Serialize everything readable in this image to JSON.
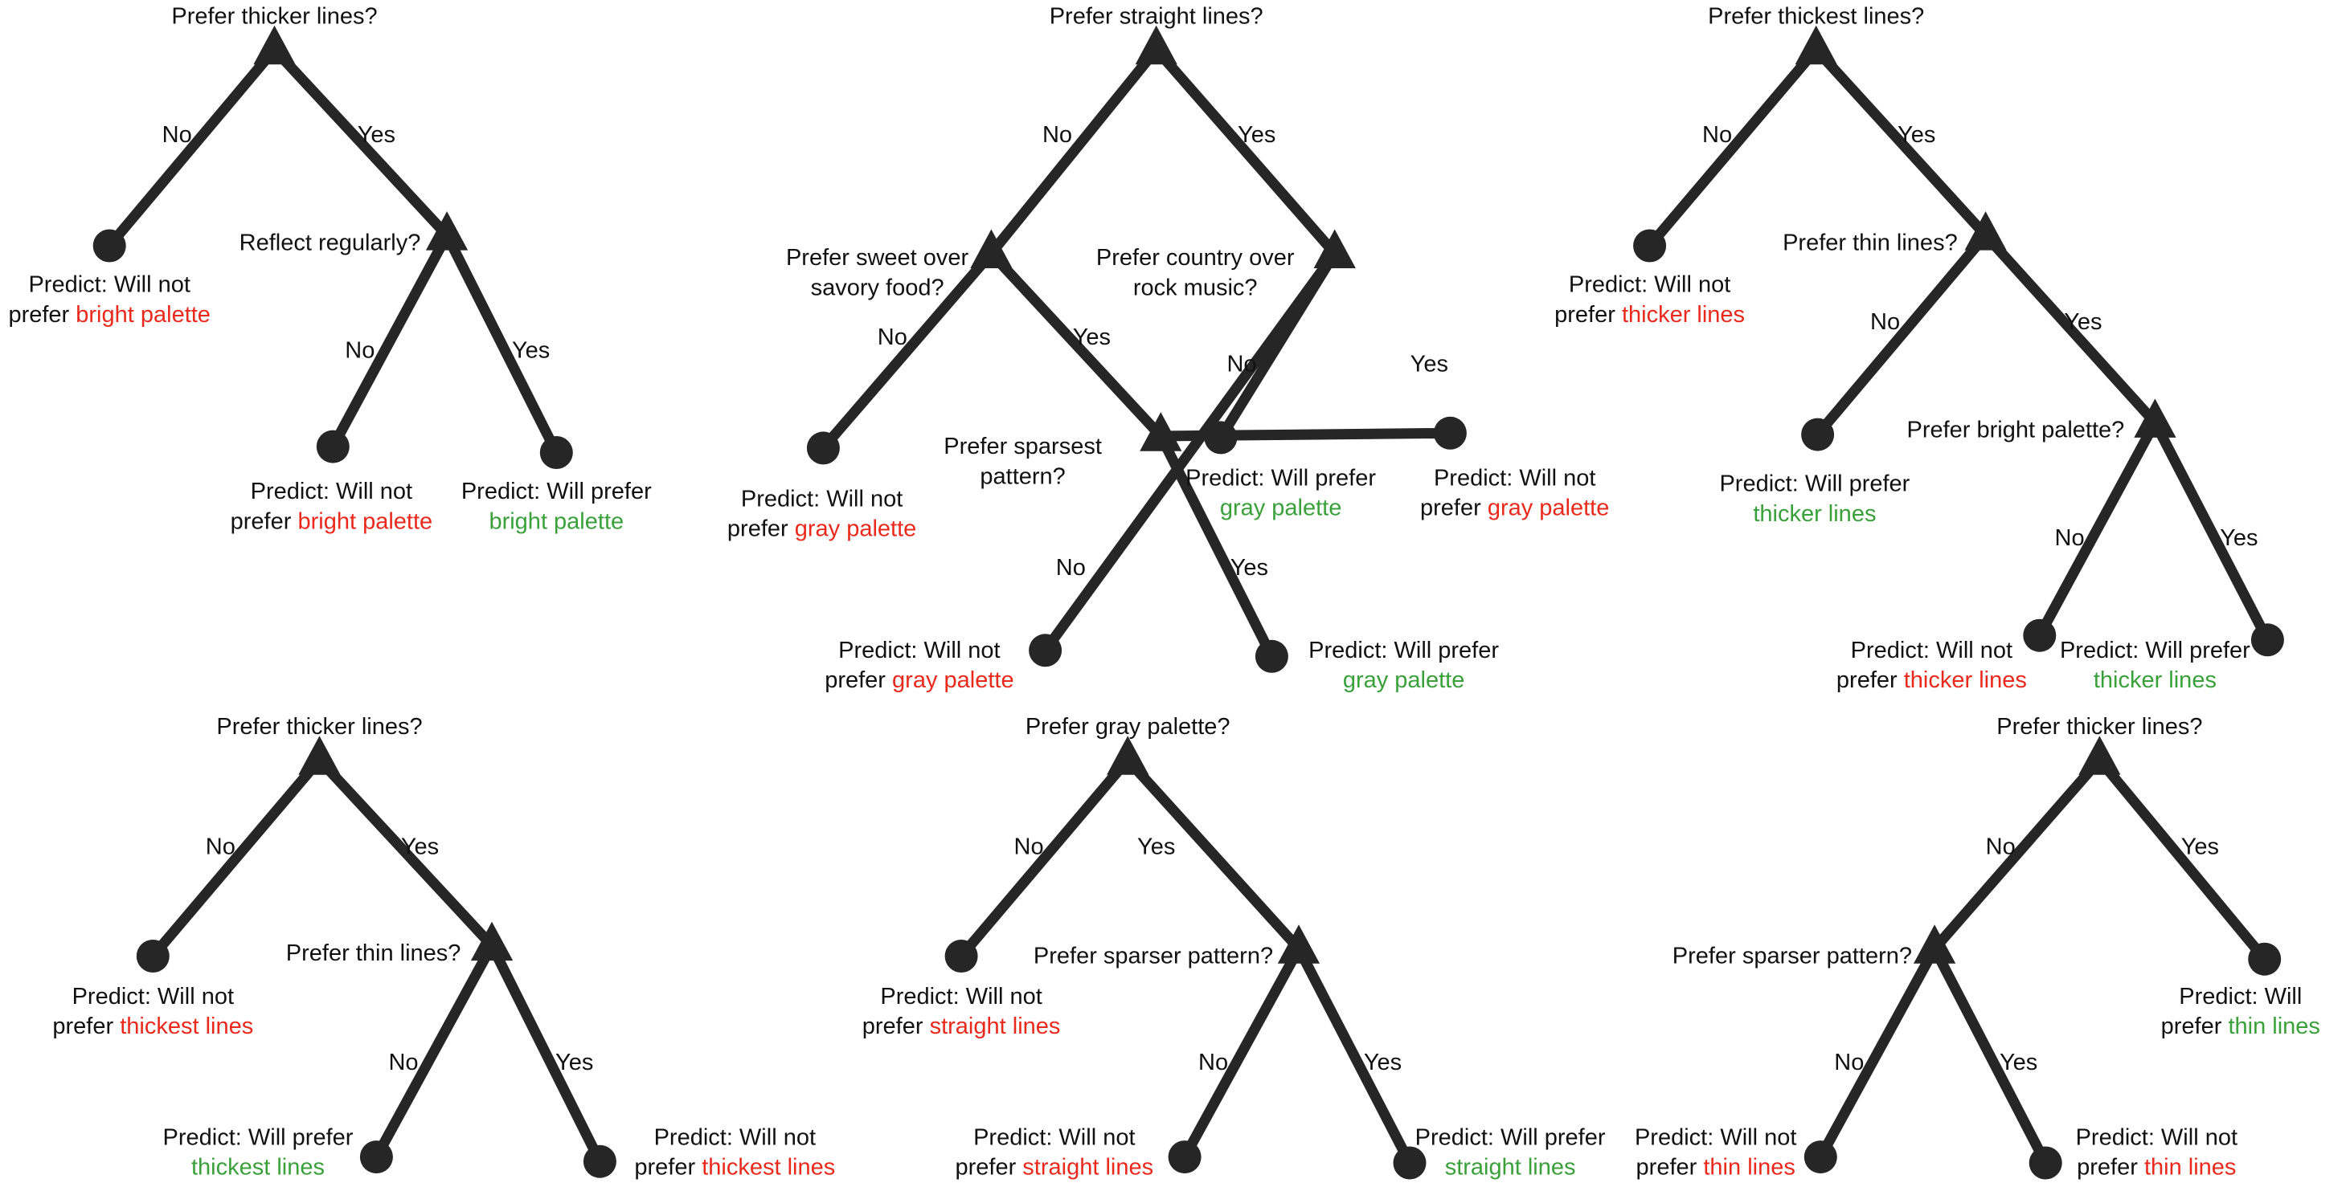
{
  "colors": {
    "edge": "#262626",
    "text": "#111111",
    "negative": "#e8291c",
    "positive": "#3aa13a"
  },
  "trees": [
    {
      "root_question": [
        "Prefer thicker lines?"
      ],
      "branch_labels": [
        "No",
        "Yes",
        "No",
        "Yes"
      ],
      "questions": [
        [
          "Reflect regularly?"
        ]
      ],
      "leaves": [
        {
          "line1": "Predict: Will not",
          "line2_prefix": "prefer ",
          "line2_value": "bright palette",
          "polarity": "negative"
        },
        {
          "line1": "Predict: Will not",
          "line2_prefix": "prefer ",
          "line2_value": "bright palette",
          "polarity": "negative"
        },
        {
          "line1": "Predict: Will prefer",
          "line2_prefix": "",
          "line2_value": "bright palette",
          "polarity": "positive"
        }
      ]
    },
    {
      "root_question": [
        "Prefer straight lines?"
      ],
      "branch_labels": [
        "No",
        "Yes",
        "No",
        "Yes",
        "No",
        "Yes",
        "No",
        "Yes"
      ],
      "questions": [
        [
          "Prefer sweet over",
          "savory food?"
        ],
        [
          "Prefer country over",
          "rock music?"
        ],
        [
          "Prefer sparsest",
          "pattern?"
        ]
      ],
      "leaves": [
        {
          "line1": "Predict: Will not",
          "line2_prefix": "prefer ",
          "line2_value": "gray palette",
          "polarity": "negative"
        },
        {
          "line1": "Predict: Will prefer",
          "line2_prefix": "",
          "line2_value": "gray palette",
          "polarity": "positive"
        },
        {
          "line1": "Predict: Will not",
          "line2_prefix": "prefer ",
          "line2_value": "gray palette",
          "polarity": "negative"
        },
        {
          "line1": "Predict: Will not",
          "line2_prefix": "prefer ",
          "line2_value": "gray palette",
          "polarity": "negative"
        },
        {
          "line1": "Predict: Will prefer",
          "line2_prefix": "",
          "line2_value": "gray palette",
          "polarity": "positive"
        }
      ]
    },
    {
      "root_question": [
        "Prefer thickest lines?"
      ],
      "branch_labels": [
        "No",
        "Yes",
        "No",
        "Yes",
        "No",
        "Yes"
      ],
      "questions": [
        [
          "Prefer thin lines?"
        ],
        [
          "Prefer bright palette?"
        ]
      ],
      "leaves": [
        {
          "line1": "Predict: Will not",
          "line2_prefix": "prefer ",
          "line2_value": "thicker lines",
          "polarity": "negative"
        },
        {
          "line1": "Predict: Will prefer",
          "line2_prefix": "",
          "line2_value": "thicker lines",
          "polarity": "positive"
        },
        {
          "line1": "Predict: Will not",
          "line2_prefix": "prefer ",
          "line2_value": "thicker lines",
          "polarity": "negative"
        },
        {
          "line1": "Predict: Will prefer",
          "line2_prefix": "",
          "line2_value": "thicker lines",
          "polarity": "positive"
        }
      ]
    },
    {
      "root_question": [
        "Prefer thicker lines?"
      ],
      "branch_labels": [
        "No",
        "Yes",
        "No",
        "Yes"
      ],
      "questions": [
        [
          "Prefer thin lines?"
        ]
      ],
      "leaves": [
        {
          "line1": "Predict: Will not",
          "line2_prefix": "prefer ",
          "line2_value": "thickest lines",
          "polarity": "negative"
        },
        {
          "line1": "Predict: Will prefer",
          "line2_prefix": "",
          "line2_value": "thickest lines",
          "polarity": "positive"
        },
        {
          "line1": "Predict: Will not",
          "line2_prefix": "prefer ",
          "line2_value": "thickest lines",
          "polarity": "negative"
        }
      ]
    },
    {
      "root_question": [
        "Prefer gray palette?"
      ],
      "branch_labels": [
        "No",
        "Yes",
        "No",
        "Yes"
      ],
      "questions": [
        [
          "Prefer sparser pattern?"
        ]
      ],
      "leaves": [
        {
          "line1": "Predict: Will not",
          "line2_prefix": "prefer ",
          "line2_value": "straight lines",
          "polarity": "negative"
        },
        {
          "line1": "Predict: Will not",
          "line2_prefix": "prefer ",
          "line2_value": "straight lines",
          "polarity": "negative"
        },
        {
          "line1": "Predict: Will prefer",
          "line2_prefix": "",
          "line2_value": "straight lines",
          "polarity": "positive"
        }
      ]
    },
    {
      "root_question": [
        "Prefer thicker lines?"
      ],
      "branch_labels": [
        "No",
        "Yes",
        "No",
        "Yes"
      ],
      "questions": [
        [
          "Prefer sparser pattern?"
        ]
      ],
      "leaves": [
        {
          "line1": "Predict: Will not",
          "line2_prefix": "prefer ",
          "line2_value": "thin lines",
          "polarity": "negative"
        },
        {
          "line1": "Predict: Will not",
          "line2_prefix": "prefer ",
          "line2_value": "thin lines",
          "polarity": "negative"
        },
        {
          "line1": "Predict: Will",
          "line2_prefix": "prefer ",
          "line2_value": "thin lines",
          "polarity": "positive"
        }
      ]
    }
  ]
}
